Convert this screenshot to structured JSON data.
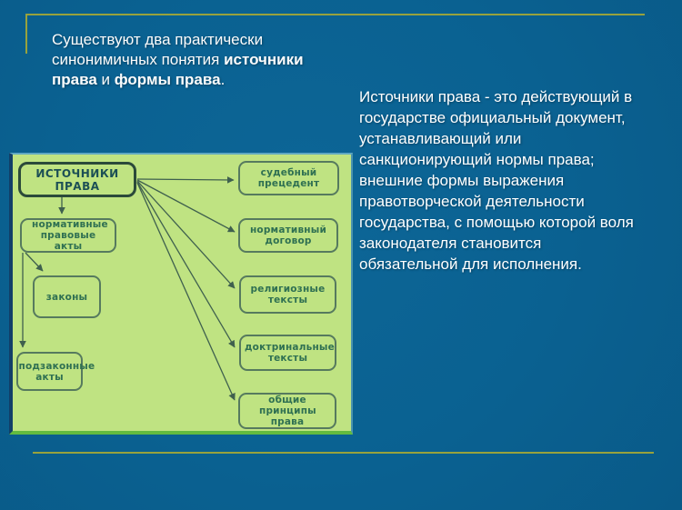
{
  "slide": {
    "background_color": "#0a6191",
    "accent_line_color": "#98a23d",
    "title": {
      "line1": "Существуют два практически",
      "line2_regular": "синонимичных понятия ",
      "line2_bold": "источники",
      "line3_bold_a": "права",
      "line3_regular_and": " и ",
      "line3_bold_b": "формы права",
      "line3_period": "."
    },
    "body_lines": [
      "Источники права - это действующий в",
      "государстве официальный документ,",
      "устанавливающий или",
      "санкционирующий нормы права;",
      "внешние формы выражения",
      "правотворческой деятельности",
      "государства, с помощью которой воля",
      "законодателя становится",
      "обязательной для исполнения."
    ]
  },
  "diagram": {
    "panel_color": "#bfe382",
    "root_label": "ИСТОЧНИКИ ПРАВА",
    "left_branch": [
      "нормативные правовые акты",
      "законы",
      "подзаконные акты"
    ],
    "right_branch": [
      "судебный прецедент",
      "нормативный договор",
      "религиозные тексты",
      "доктринальные тексты",
      "общие принципы права"
    ]
  }
}
